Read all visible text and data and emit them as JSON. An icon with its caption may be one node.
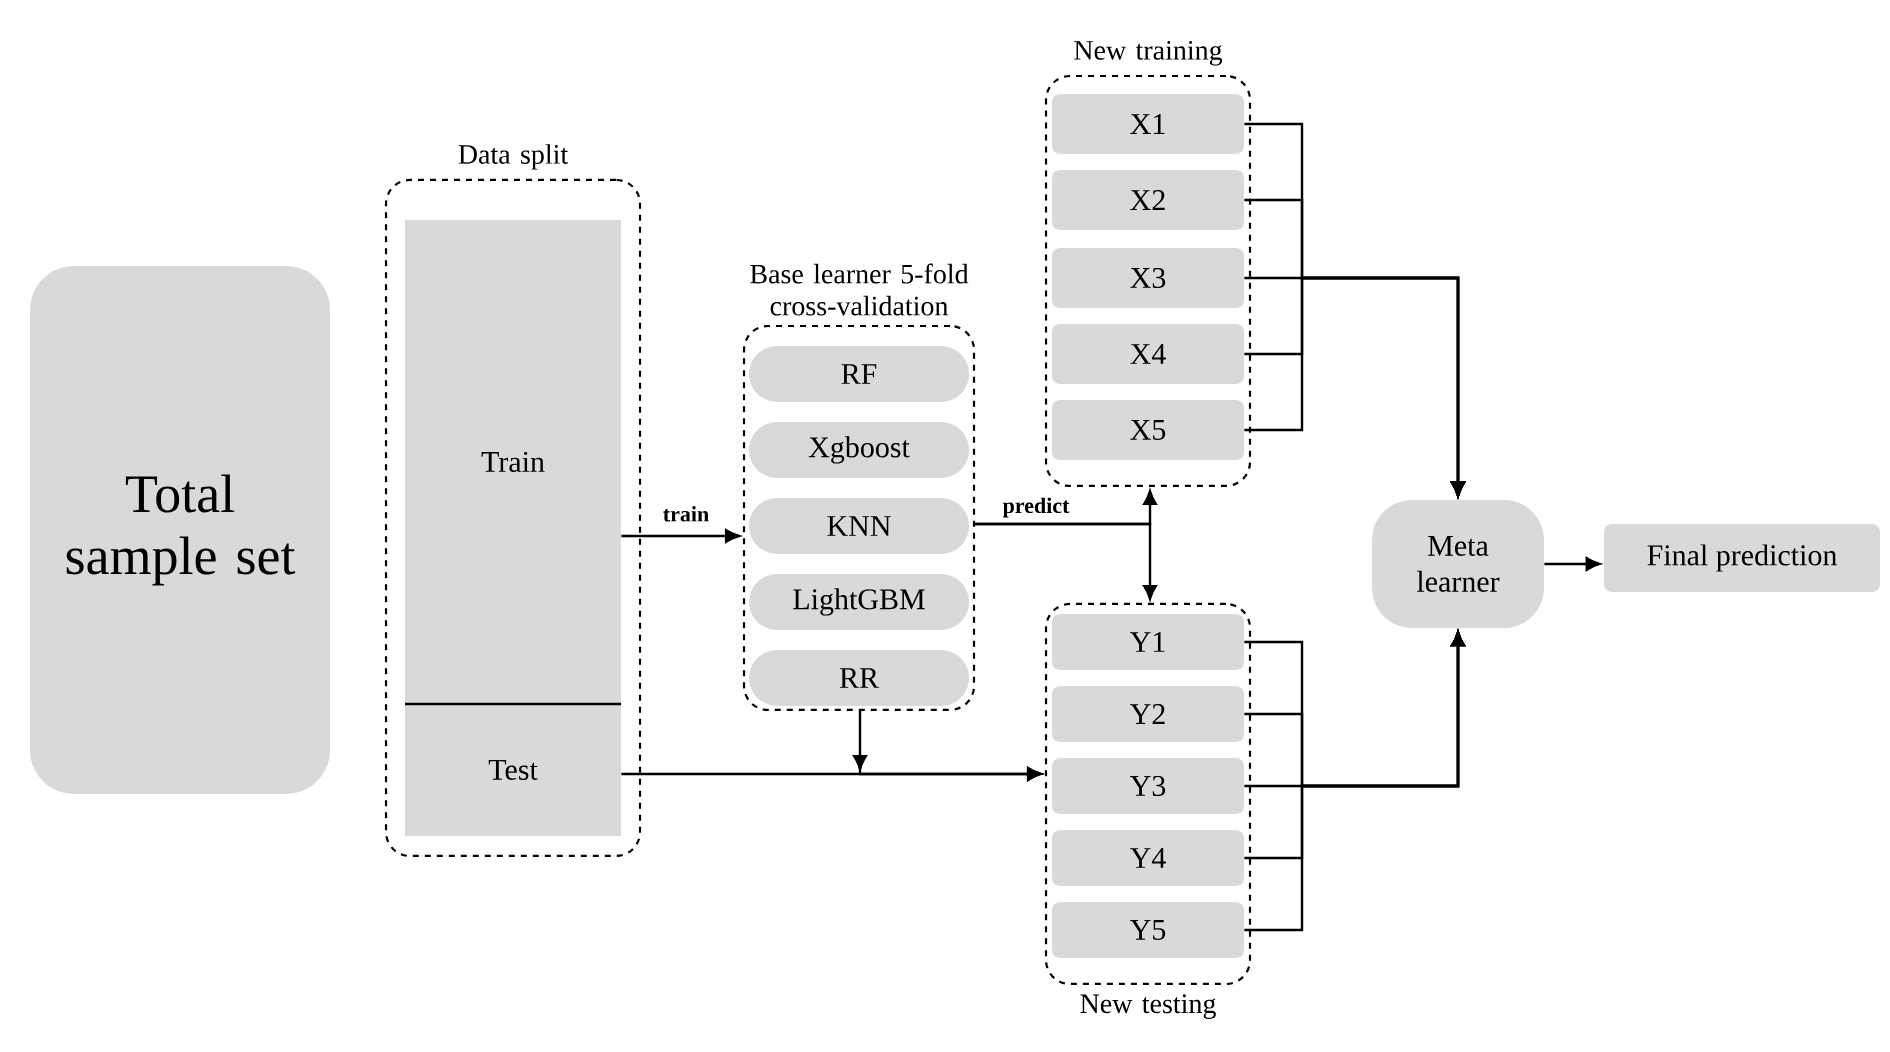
{
  "diagram": {
    "nodes": [
      {
        "text": [
          "Total sample set"
        ]
      },
      {
        "text": [
          "Data split"
        ]
      },
      {
        "text": [
          "Train"
        ],
        "in": 1
      },
      {
        "text": [
          "Test"
        ],
        "in": 1
      },
      {
        "text": [
          "Base learner 5-fold cross-validation"
        ]
      },
      {
        "text": [
          "RF"
        ],
        "in": 4
      },
      {
        "text": [
          "Xgboost"
        ],
        "in": 4
      },
      {
        "text": [
          "KNN"
        ],
        "in": 4
      },
      {
        "text": [
          "LightGBM"
        ],
        "in": 4
      },
      {
        "text": [
          "RR"
        ],
        "in": 4
      },
      {
        "text": [
          "New training"
        ]
      },
      {
        "text": [
          "X1"
        ],
        "in": 10
      },
      {
        "text": [
          "X2"
        ],
        "in": 10
      },
      {
        "text": [
          "X3"
        ],
        "in": 10
      },
      {
        "text": [
          "X4"
        ],
        "in": 10
      },
      {
        "text": [
          "X5"
        ],
        "in": 10
      },
      {
        "text": [
          "New testing"
        ]
      },
      {
        "text": [
          "Y1"
        ],
        "in": 16
      },
      {
        "text": [
          "Y2"
        ],
        "in": 16
      },
      {
        "text": [
          "Y3"
        ],
        "in": 16
      },
      {
        "text": [
          "Y4"
        ],
        "in": 16
      },
      {
        "text": [
          "Y5"
        ],
        "in": 16
      },
      {
        "text": [
          "Meta learner"
        ]
      },
      {
        "text": [
          "Final prediction"
        ]
      }
    ],
    "edges": [
      {
        "from": 2,
        "to": 4,
        "arrow": "to",
        "label": "train"
      },
      {
        "from": 4,
        "to": 10,
        "arrow": "to",
        "label": "predict"
      },
      {
        "from": 4,
        "to": 16,
        "arrow": "to"
      },
      {
        "from": 3,
        "to": 16,
        "arrow": "to"
      },
      {
        "from": 4,
        "to": 16,
        "arrow": "to"
      },
      {
        "from": 11,
        "to": 22,
        "arrow": "to"
      },
      {
        "from": 12,
        "to": 22,
        "arrow": "to"
      },
      {
        "from": 13,
        "to": 22,
        "arrow": "to"
      },
      {
        "from": 14,
        "to": 22,
        "arrow": "to"
      },
      {
        "from": 15,
        "to": 22,
        "arrow": "to"
      },
      {
        "from": 17,
        "to": 22,
        "arrow": "to"
      },
      {
        "from": 18,
        "to": 22,
        "arrow": "to"
      },
      {
        "from": 19,
        "to": 22,
        "arrow": "to"
      },
      {
        "from": 20,
        "to": 22,
        "arrow": "to"
      },
      {
        "from": 21,
        "to": 22,
        "arrow": "to"
      },
      {
        "from": 22,
        "to": 23,
        "arrow": "to"
      }
    ]
  }
}
